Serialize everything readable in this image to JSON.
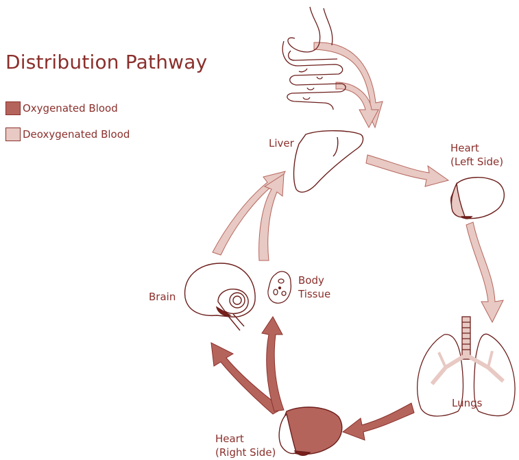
{
  "title": "Distribution Pathway",
  "legend": [
    {
      "label": "Oxygenated Blood",
      "color": "#b5645c"
    },
    {
      "label": "Deoxygenated Blood",
      "color": "#e8c9c3"
    }
  ],
  "nodes": {
    "liver": "Liver",
    "heart_left": [
      "Heart",
      "(Left Side)"
    ],
    "lungs": "Lungs",
    "heart_right": [
      "Heart",
      "(Right Side)"
    ],
    "brain": "Brain",
    "body_tissue": [
      "Body",
      "Tissue"
    ]
  },
  "colors": {
    "text": "#8a2f2b",
    "outline": "#6b1e1b",
    "oxygenated": "#b5645c",
    "deoxygenated": "#e8c9c3",
    "dark_accent": "#7a1f1c"
  }
}
